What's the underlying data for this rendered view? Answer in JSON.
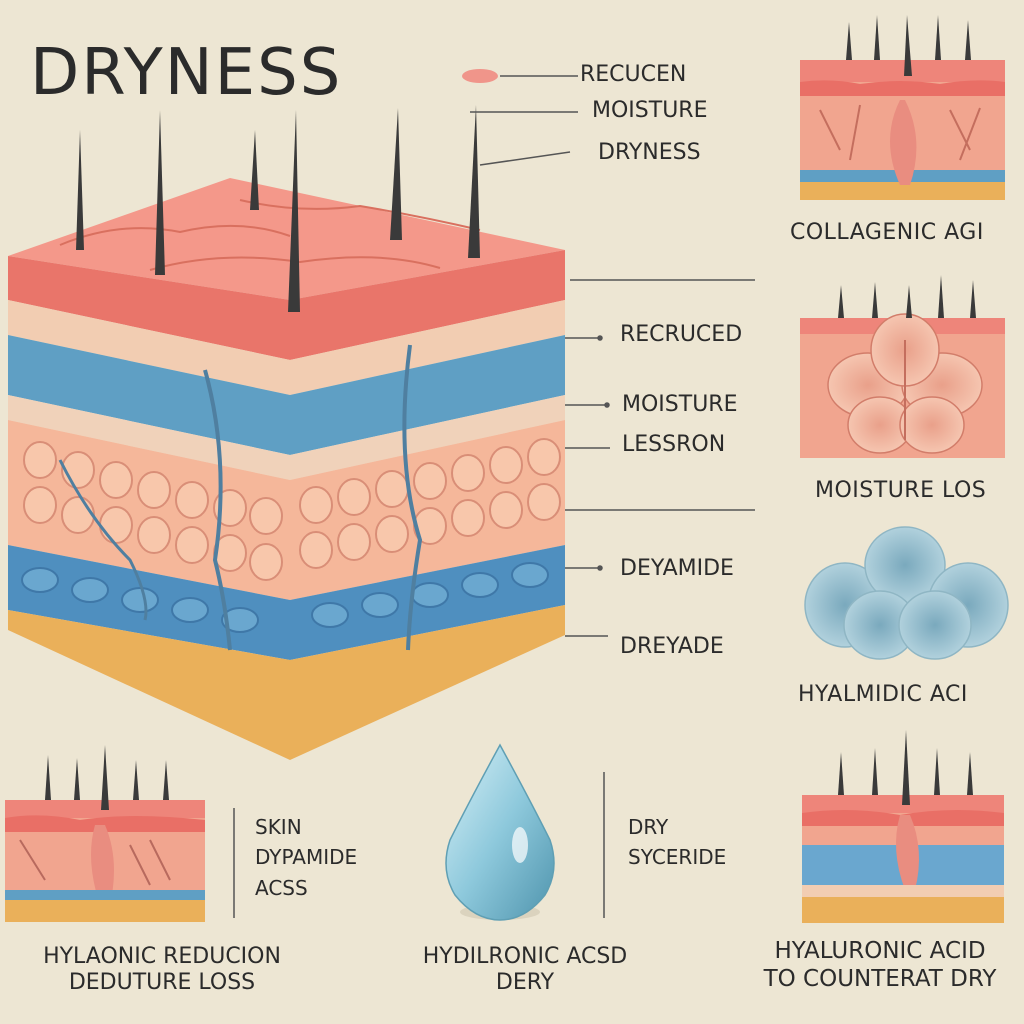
{
  "title": "DRYNESS",
  "top_labels": [
    "RECUCEN",
    "MOISTURE",
    "DRYNESS"
  ],
  "side_labels": [
    "RECRUCED",
    "MOISTURE",
    "LESSRON",
    "DEYAMIDE",
    "DREYADE"
  ],
  "right_captions": [
    "COLLAGENIC AGI",
    "MOISTURE LOS",
    "HYALMIDIC ACI"
  ],
  "bottom_left": {
    "side_text": [
      "SKIN",
      "DYPAMIDE",
      "ACSS"
    ],
    "caption": [
      "HYLAONIC REDUCION",
      "DEDUTURE LOSS"
    ]
  },
  "bottom_middle": {
    "side_text": [
      "DRY",
      "SYCERIDE"
    ],
    "caption": [
      "HYDILRONIC ACSD",
      "DERY"
    ]
  },
  "bottom_right": {
    "caption": [
      "HYALURONIC ACID",
      "TO COUNTERAT DRY"
    ]
  },
  "colors": {
    "background": "#ede6d3",
    "epidermis": "#ef8f80",
    "dermis_blue": "#5f9fc4",
    "fat_cells": "#f5b79a",
    "base_yellow": "#eab05a",
    "droplet": "#8ec9dc"
  }
}
